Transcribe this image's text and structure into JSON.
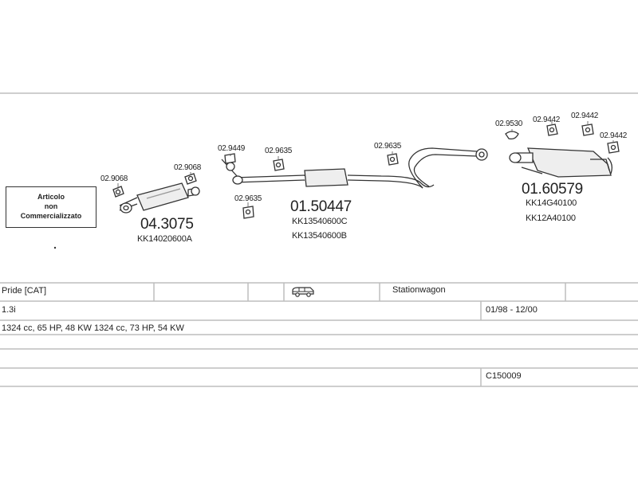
{
  "notice": [
    "Articolo",
    "non",
    "Commercializzato"
  ],
  "parts": {
    "front_cat": {
      "number": "04.3075",
      "code": "KK14020600A"
    },
    "middle": {
      "number": "01.50447",
      "codes": [
        "KK13540600C",
        "KK13540600B"
      ]
    },
    "rear": {
      "number": "01.60579",
      "codes": [
        "KK14G40100",
        "KK12A40100"
      ]
    }
  },
  "fittings": {
    "f1": "02.9068",
    "f2": "02.9068",
    "f3": "02.9449",
    "f4": "02.9635",
    "f5": "02.9635",
    "f6": "02.9635",
    "f7": "02.9530",
    "f8": "02.9442",
    "f9": "02.9442",
    "f10": "02.9442"
  },
  "info": {
    "model": "Pride  [CAT]",
    "body_type": "Stationwagon",
    "body_icon": "station-wagon-icon",
    "engine": "1.3i",
    "dates": "01/98 - 12/00",
    "specs": "1324 cc, 65 HP, 48 KW 1324 cc, 73 HP, 54 KW",
    "catalog_code": "C150009"
  }
}
